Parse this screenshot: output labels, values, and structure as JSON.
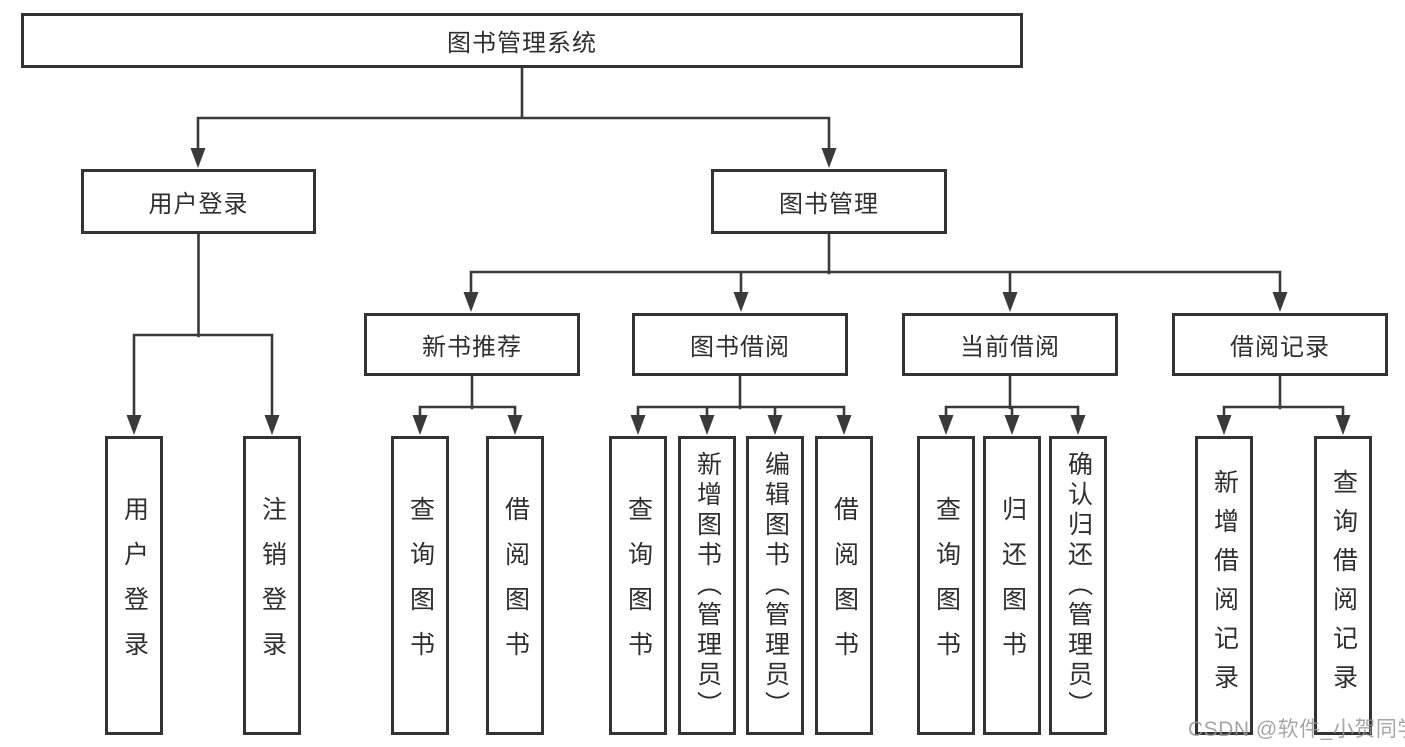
{
  "diagram": {
    "root": {
      "label": "图书管理系统"
    },
    "branches": [
      {
        "label": "用户登录",
        "children": [
          {
            "label": "用户登录"
          },
          {
            "label": "注销登录"
          }
        ]
      },
      {
        "label": "图书管理",
        "children": [
          {
            "label": "新书推荐",
            "children": [
              {
                "label": "查询图书"
              },
              {
                "label": "借阅图书"
              }
            ]
          },
          {
            "label": "图书借阅",
            "children": [
              {
                "label": "查询图书"
              },
              {
                "label": "新增图书（管理员）"
              },
              {
                "label": "编辑图书（管理员）"
              },
              {
                "label": "借阅图书"
              }
            ]
          },
          {
            "label": "当前借阅",
            "children": [
              {
                "label": "查询图书"
              },
              {
                "label": "归还图书"
              },
              {
                "label": "确认归还（管理员）"
              }
            ]
          },
          {
            "label": "借阅记录",
            "children": [
              {
                "label": "新增借阅记录"
              },
              {
                "label": "查询借阅记录"
              }
            ]
          }
        ]
      }
    ]
  },
  "watermark": {
    "text": "CSDN @软件_小贺同学"
  },
  "colors": {
    "line": "#3a3a3a",
    "border": "#333333",
    "text": "#2f2f2f",
    "background": "#ffffff",
    "watermark": "#969696"
  }
}
